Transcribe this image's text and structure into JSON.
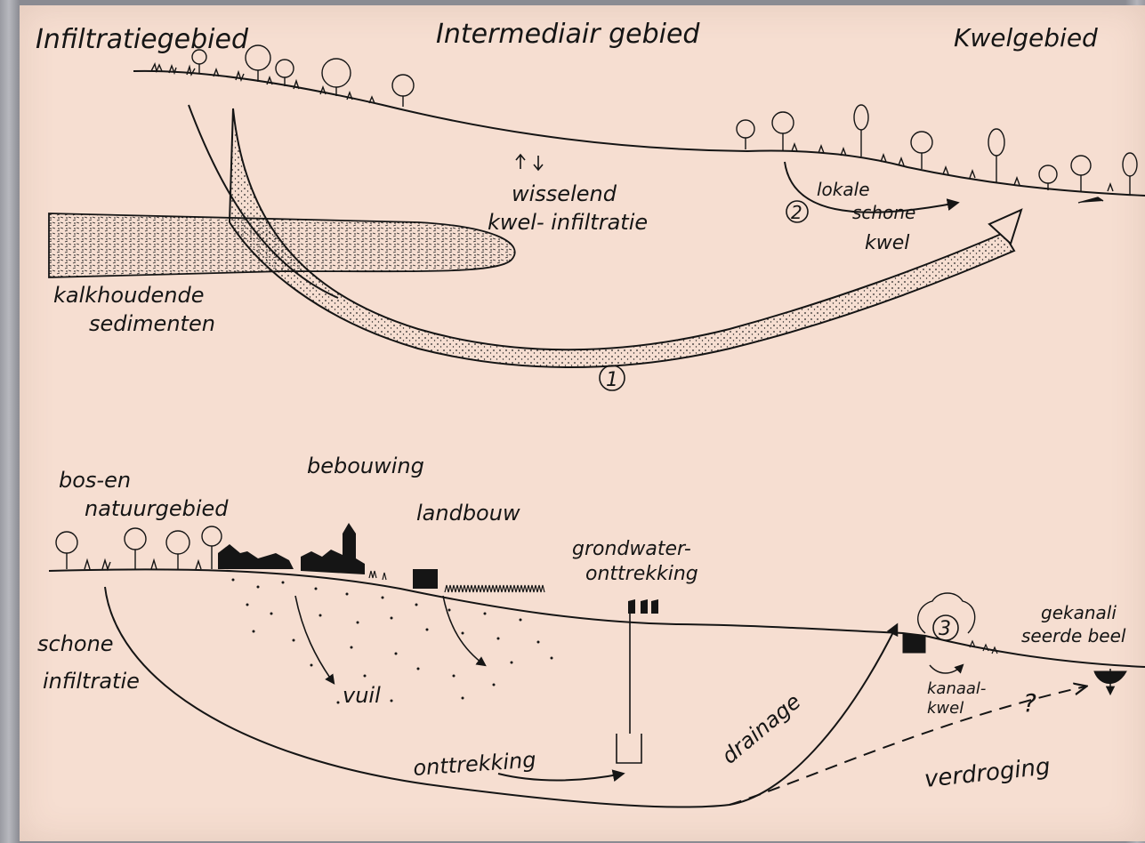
{
  "top": {
    "zone_left": "Infiltratiegebied",
    "zone_mid": "Intermediair gebied",
    "zone_right": "Kwelgebied",
    "mixed_line1": "wisselend",
    "mixed_line2": "kwel- infiltratie",
    "sediment_line1": "kalkhoudende",
    "sediment_line2": "sedimenten",
    "local_line1": "lokale",
    "local_line2": "schone",
    "local_line3": "kwel",
    "marker1": "1",
    "marker2": "2"
  },
  "bottom": {
    "forest_line1": "bos-en",
    "forest_line2": "natuurgebied",
    "buildings": "bebouwing",
    "agriculture": "landbouw",
    "extraction_line1": "grondwater-",
    "extraction_line2": "onttrekking",
    "clean_line1": "schone",
    "clean_line2": "infiltratie",
    "dirty": "vuil",
    "withdrawal": "onttrekking",
    "drainage": "drainage",
    "canal_line1": "kanaal-",
    "canal_line2": "kwel",
    "channel_line1": "gekanali",
    "channel_line2": "seerde beel",
    "question": "?",
    "drying": "verdroging",
    "marker3": "3"
  }
}
